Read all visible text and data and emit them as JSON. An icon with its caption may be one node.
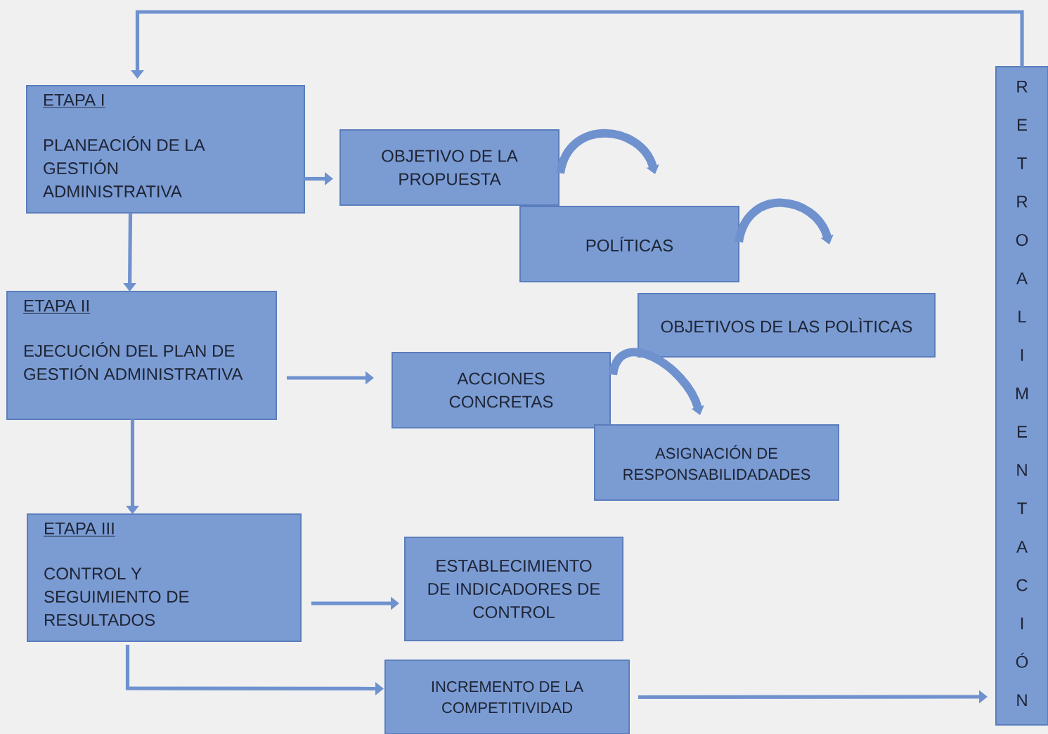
{
  "diagram": {
    "nodes": [
      {
        "text": [
          "ETAPA I",
          "PLANEACIÓN DE LA GESTIÓN ADMINISTRATIVA"
        ]
      },
      {
        "text": [
          "OBJETIVO DE LA PROPUESTA"
        ]
      },
      {
        "text": [
          "POLÍTICAS"
        ]
      },
      {
        "text": [
          "OBJETIVOS DE LAS POLÌTICAS"
        ]
      },
      {
        "text": [
          "ETAPA II",
          "EJECUCIÓN DEL PLAN DE GESTIÓN ADMINISTRATIVA"
        ]
      },
      {
        "text": [
          "ACCIONES CONCRETAS"
        ]
      },
      {
        "text": [
          "ASIGNACIÓN DE RESPONSABILIDADADES"
        ]
      },
      {
        "text": [
          "ETAPA III",
          "CONTROL Y SEGUIMIENTO DE RESULTADOS"
        ]
      },
      {
        "text": [
          "ESTABLECIMIENTO DE INDICADORES DE CONTROL"
        ]
      },
      {
        "text": [
          "INCREMENTO DE LA COMPETITIVIDAD"
        ]
      },
      {
        "text": [
          "RETROALIMENTACIÓN"
        ]
      }
    ],
    "edges": [
      {
        "from": 0,
        "to": 1,
        "arrow": "to"
      },
      {
        "from": 1,
        "to": 2,
        "arrow": "to",
        "style": "thick"
      },
      {
        "from": 2,
        "to": 3,
        "arrow": "to",
        "style": "thick"
      },
      {
        "from": 0,
        "to": 4,
        "arrow": "to"
      },
      {
        "from": 4,
        "to": 5,
        "arrow": "to"
      },
      {
        "from": 5,
        "to": 6,
        "arrow": "to",
        "style": "thick"
      },
      {
        "from": 4,
        "to": 7,
        "arrow": "to"
      },
      {
        "from": 7,
        "to": 8,
        "arrow": "to"
      },
      {
        "from": 7,
        "to": 9,
        "arrow": "to"
      },
      {
        "from": 9,
        "to": 10,
        "arrow": "to"
      },
      {
        "from": 10,
        "to": 0,
        "arrow": "to"
      }
    ]
  }
}
